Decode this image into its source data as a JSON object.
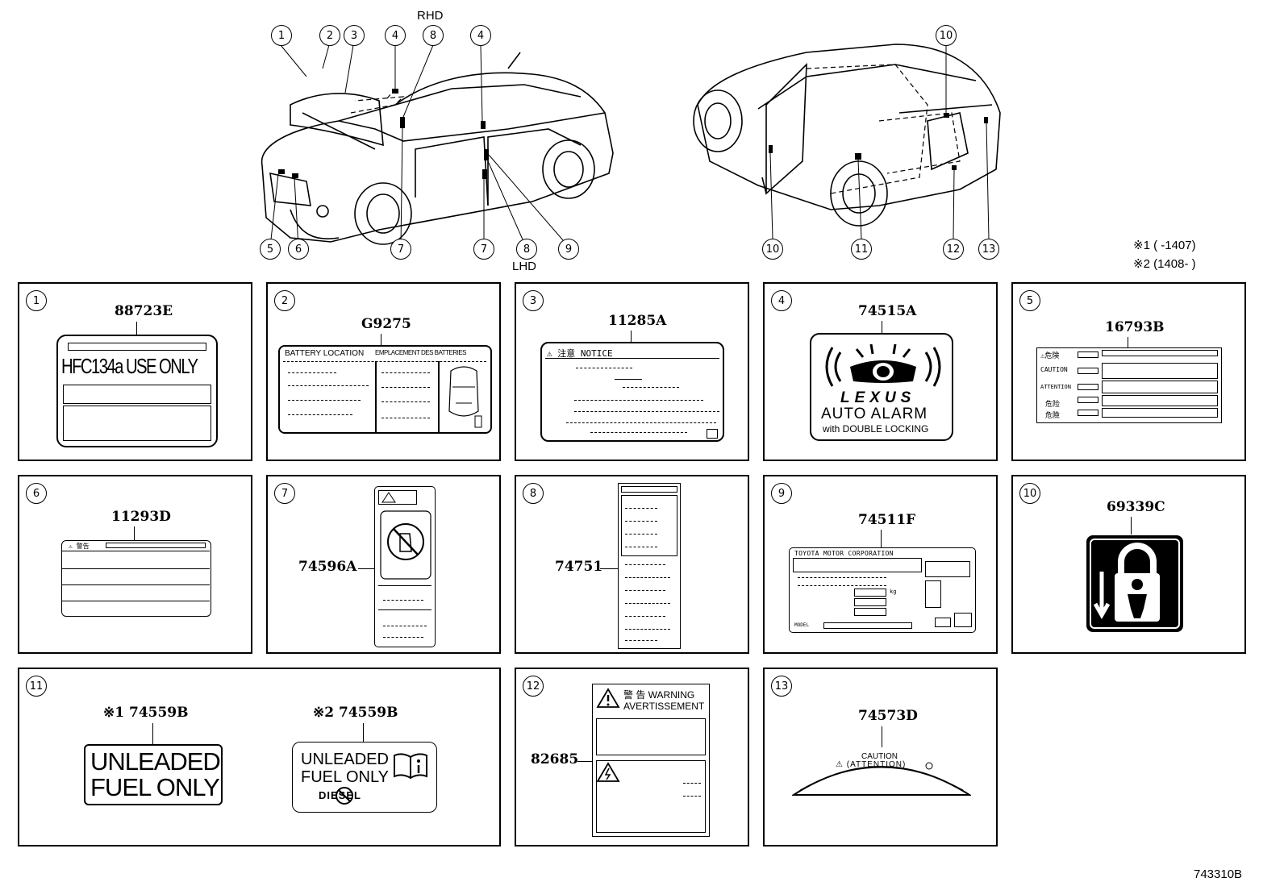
{
  "overview": {
    "rhd_label": "RHD",
    "lhd_label": "LHD",
    "front_callouts": [
      "1",
      "2",
      "3",
      "4",
      "8",
      "4",
      "5",
      "6",
      "7",
      "7",
      "8",
      "9"
    ],
    "rear_callouts": [
      "10",
      "10",
      "11",
      "12",
      "13"
    ],
    "note1": "※1 (      -1407)",
    "note2": "※2 (1408-      )"
  },
  "panels": {
    "p1": {
      "num": "1",
      "part": "88723E",
      "text": "HFC134a USE ONLY"
    },
    "p2": {
      "num": "2",
      "part": "G9275",
      "text1": "BATTERY LOCATION",
      "text2": "EMPLACEMENT DES BATTERIES"
    },
    "p3": {
      "num": "3",
      "part": "11285A",
      "text": "⚠ 注意  NOTICE"
    },
    "p4": {
      "num": "4",
      "part": "74515A",
      "brand": "LEXUS",
      "line1": "AUTO ALARM",
      "line2": "with DOUBLE LOCKING"
    },
    "p5": {
      "num": "5",
      "part": "16793B",
      "rows": [
        "⚠危険",
        "CAUTION",
        "ATTENTION",
        "危险",
        "危險"
      ]
    },
    "p6": {
      "num": "6",
      "part": "11293D",
      "text": "⚠ 警告"
    },
    "p7": {
      "num": "7",
      "part": "74596A"
    },
    "p8": {
      "num": "8",
      "part": "74751"
    },
    "p9": {
      "num": "9",
      "part": "74511F",
      "header": "TOYOTA MOTOR CORPORATION",
      "kg": "kg",
      "model": "MODEL"
    },
    "p10": {
      "num": "10",
      "part": "69339C"
    },
    "p11": {
      "num": "11",
      "part_a": "※1 74559B",
      "part_b": "※2 74559B",
      "a_line1": "UNLEADED",
      "a_line2": "FUEL ONLY",
      "b_line1": "UNLEADED",
      "b_line2": "FUEL ONLY",
      "b_line3": "DIESEL"
    },
    "p12": {
      "num": "12",
      "part": "82685",
      "line1": "警 告 WARNING",
      "line2": "AVERTISSEMENT"
    },
    "p13": {
      "num": "13",
      "part": "74573D",
      "line1": "CAUTION",
      "line2": "⚠ (ATTENTION)"
    }
  },
  "figure_id": "743310B"
}
